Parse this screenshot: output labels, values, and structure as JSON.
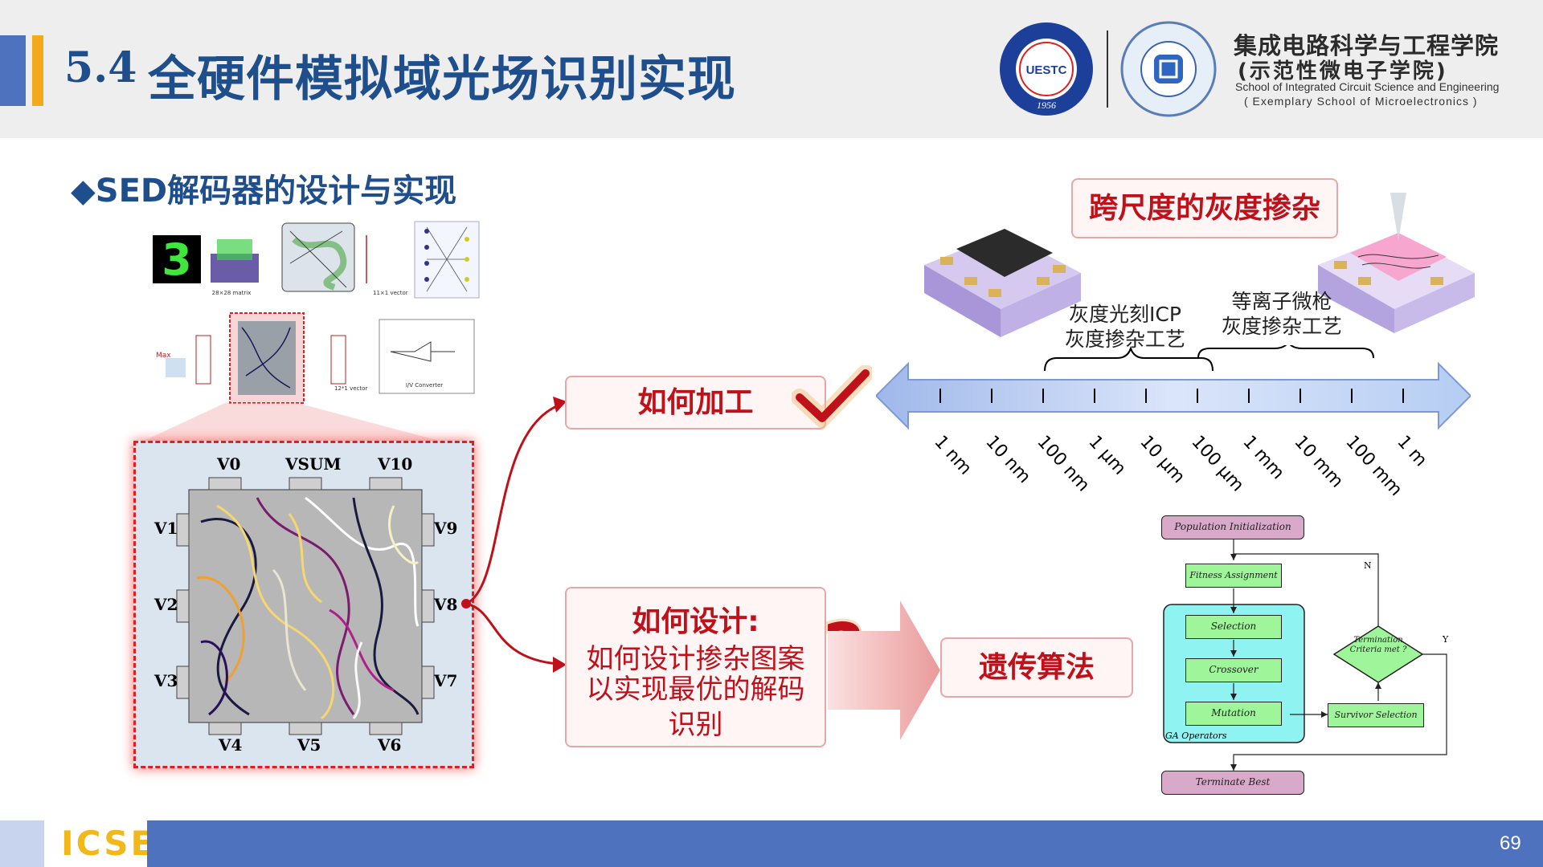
{
  "header": {
    "section_number": "5.4",
    "title": "全硬件模拟域光场识别实现",
    "school_cn_line1": "集成电路科学与工程学院",
    "school_cn_line2": "(示范性微电子学院)",
    "school_en_line1": "School of Integrated Circuit Science and Engineering",
    "school_en_line2": "( Exemplary School of Microelectronics )",
    "uestc_logo": {
      "text": "UESTC",
      "year": "1956"
    }
  },
  "subheading": "◆SED解码器的设计与实现",
  "circuit_figure": {
    "small_labels": {
      "matrix": "28×28 matrix",
      "vector": "11×1 vector",
      "vec12": "12*1 vector",
      "iv": "I/V Converter",
      "max": "Max"
    },
    "terminals": {
      "top": [
        "V0",
        "VSUM",
        "V10"
      ],
      "left": [
        "V1",
        "V2",
        "V3"
      ],
      "right": [
        "V9",
        "V8",
        "V7"
      ],
      "bottom": [
        "V4",
        "V5",
        "V6"
      ]
    }
  },
  "callouts": {
    "process": "如何加工",
    "design_title": "如何设计:",
    "design_body_line1": "如何设计掺杂图案",
    "design_body_line2": "以实现最优的解码",
    "design_body_line3": "识别",
    "ga": "遗传算法",
    "multiscale": "跨尺度的灰度掺杂"
  },
  "scale_figure": {
    "label_icp_line1": "灰度光刻ICP",
    "label_icp_line2": "灰度掺杂工艺",
    "label_fib_line1": "等离子微枪",
    "label_fib_line2": "灰度掺杂工艺",
    "ticks": [
      "1 nm",
      "10 nm",
      "100 nm",
      "1 µm",
      "10 µm",
      "100 µm",
      "1 mm",
      "10 mm",
      "100 mm",
      "1 m"
    ]
  },
  "flowchart": {
    "population_init": "Population Initialization",
    "fitness": "Fitness Assignment",
    "selection": "Selection",
    "crossover": "Crossover",
    "mutation": "Mutation",
    "ga_operators": "GA Operators",
    "termination": "Termination Criteria met ?",
    "survivor": "Survivor Selection",
    "terminate_best": "Terminate Best",
    "no": "N",
    "yes": "Y"
  },
  "footer": {
    "brand": "ICSE",
    "page": "69"
  },
  "colors": {
    "title_blue": "#1f4e8c",
    "accent_red": "#c0101a",
    "footer_blue": "#4f72bf",
    "accent_orange": "#f2a91a"
  }
}
